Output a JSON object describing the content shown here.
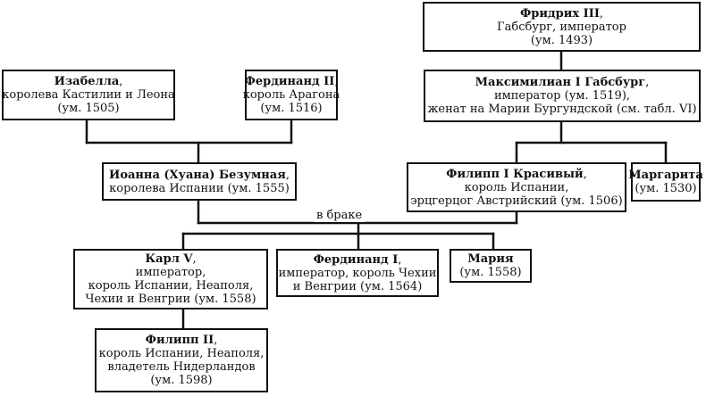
{
  "persons": {
    "frederick": {
      "name": "Фридрих III",
      "name_suffix": ",",
      "lines": [
        "Габсбург, император",
        "(ум. 1493)"
      ]
    },
    "isabella": {
      "name": "Изабелла",
      "name_suffix": ",",
      "lines": [
        "королева Кастилии и Леона",
        "(ум. 1505)"
      ]
    },
    "ferdinand2": {
      "name": "Фердинанд II",
      "name_suffix": ",",
      "lines": [
        "король Арагона",
        "(ум. 1516)"
      ]
    },
    "maximilian": {
      "name": "Максимилиан I Габсбург",
      "name_suffix": ",",
      "lines": [
        "император (ум. 1519),",
        "женат на Марии Бургундской (см. табл. VI)"
      ]
    },
    "joanna": {
      "name": "Иоанна (Хуана) Безумная",
      "name_suffix": ",",
      "lines": [
        "королева Испании (ум. 1555)"
      ]
    },
    "philip1": {
      "name": "Филипп I Красивый",
      "name_suffix": ",",
      "lines": [
        "король Испании,",
        "эрцгерцог Австрийский (ум. 1506)"
      ]
    },
    "margarita": {
      "name": "Маргарита",
      "name_suffix": "",
      "lines": [
        "(ум. 1530)"
      ]
    },
    "charles5": {
      "name": "Карл V",
      "name_suffix": ",",
      "lines": [
        "император,",
        "король Испании, Неаполя,",
        "Чехии и Венгрии (ум. 1558)"
      ]
    },
    "ferdinand1": {
      "name": "Фердинанд I",
      "name_suffix": ",",
      "lines": [
        "император, король Чехии",
        "и Венгрии (ум. 1564)"
      ]
    },
    "maria": {
      "name": "Мария",
      "name_suffix": "",
      "lines": [
        "(ум. 1558)"
      ]
    },
    "philip2": {
      "name": "Филипп II",
      "name_suffix": ",",
      "lines": [
        "король Испании, Неаполя,",
        "владетель Нидерландов",
        "(ум. 1598)"
      ]
    }
  },
  "marriage_label": "в браке",
  "colors": {
    "line": "#111111",
    "text": "#111111",
    "background": "#ffffff"
  }
}
